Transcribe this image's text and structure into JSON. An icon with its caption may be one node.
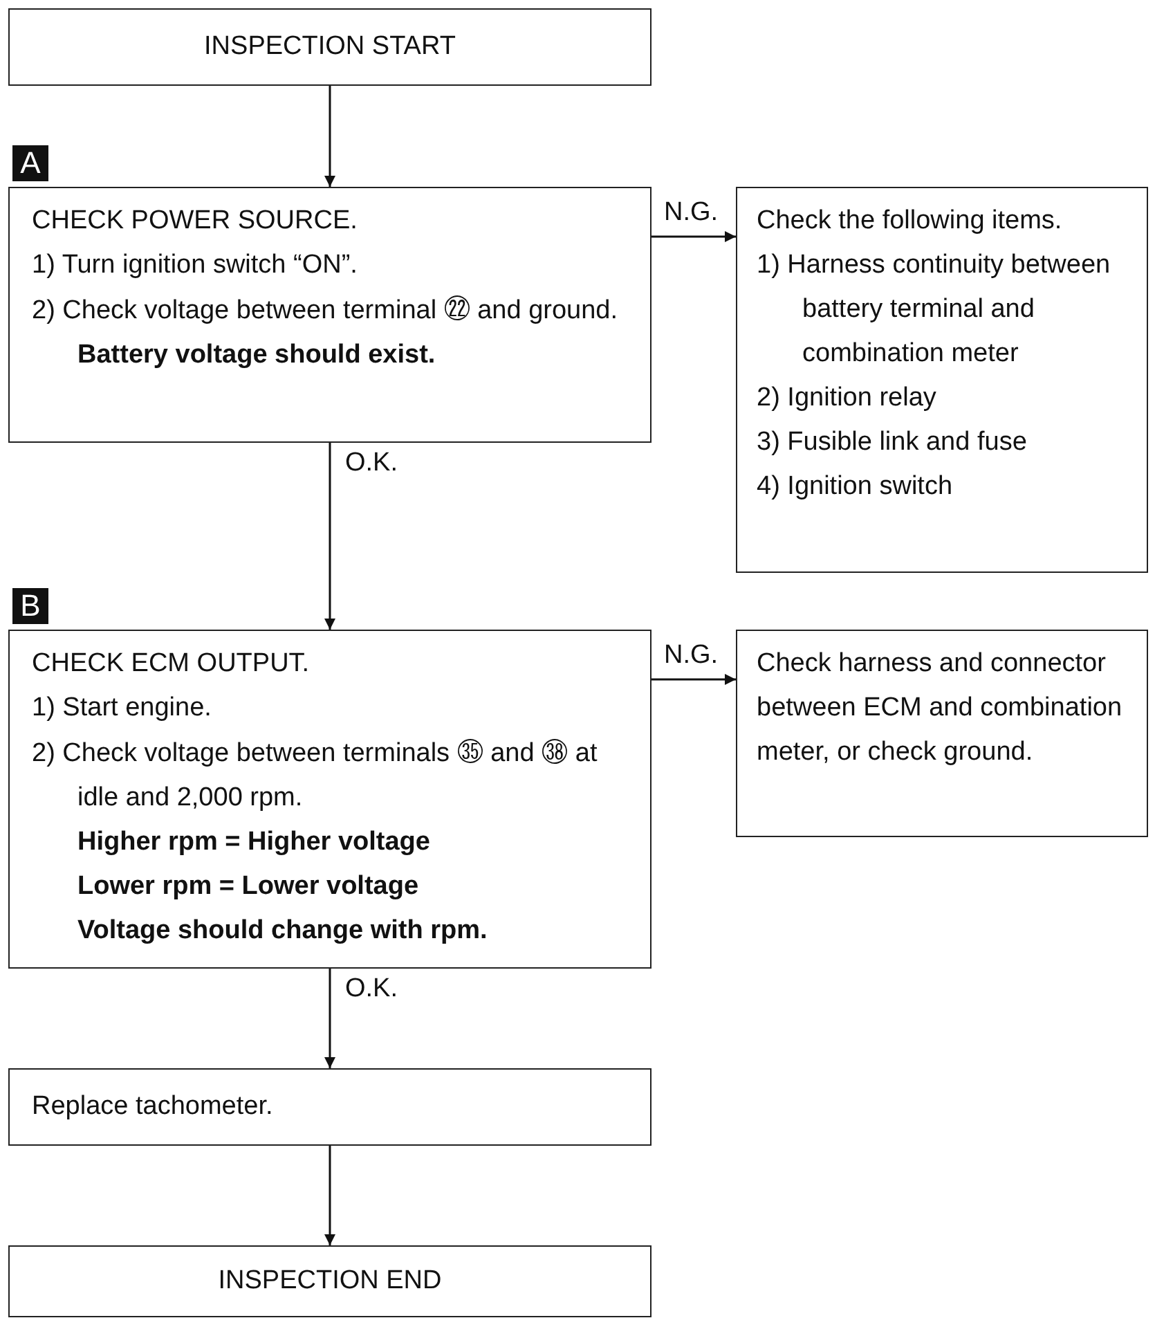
{
  "diagram": {
    "nodes": [
      {
        "text": [
          "INSPECTION START"
        ]
      },
      {
        "text": [
          "CHECK POWER SOURCE.",
          "1) Turn ignition switch “ON”.",
          "2) Check voltage between terminal ㉒ and ground.",
          "Battery voltage should exist."
        ]
      },
      {
        "text": [
          "Check the following items.",
          "1) Harness continuity between battery terminal and combination meter",
          "2) Ignition relay",
          "3) Fusible link and fuse",
          "4) Ignition switch"
        ]
      },
      {
        "text": [
          "CHECK ECM OUTPUT.",
          "1) Start engine.",
          "2) Check voltage between terminals ㉟ and ㊳ at idle and 2,000 rpm.",
          "Higher rpm = Higher voltage",
          "Lower rpm = Lower voltage",
          "Voltage should change with rpm."
        ]
      },
      {
        "text": [
          "Check harness and connector between ECM and combination meter, or check ground."
        ]
      },
      {
        "text": [
          "Replace tachometer."
        ]
      },
      {
        "text": [
          "INSPECTION END"
        ]
      }
    ],
    "edges": [
      {
        "from": 0,
        "to": 1,
        "arrow": "to"
      },
      {
        "from": 1,
        "to": 2,
        "arrow": "to",
        "label": "N.G."
      },
      {
        "from": 1,
        "to": 3,
        "arrow": "to",
        "label": "O.K."
      },
      {
        "from": 3,
        "to": 4,
        "arrow": "to",
        "label": "N.G."
      },
      {
        "from": 3,
        "to": 5,
        "arrow": "to",
        "label": "O.K."
      },
      {
        "from": 5,
        "to": 6,
        "arrow": "to"
      }
    ],
    "labels": [
      "A",
      "B"
    ]
  }
}
